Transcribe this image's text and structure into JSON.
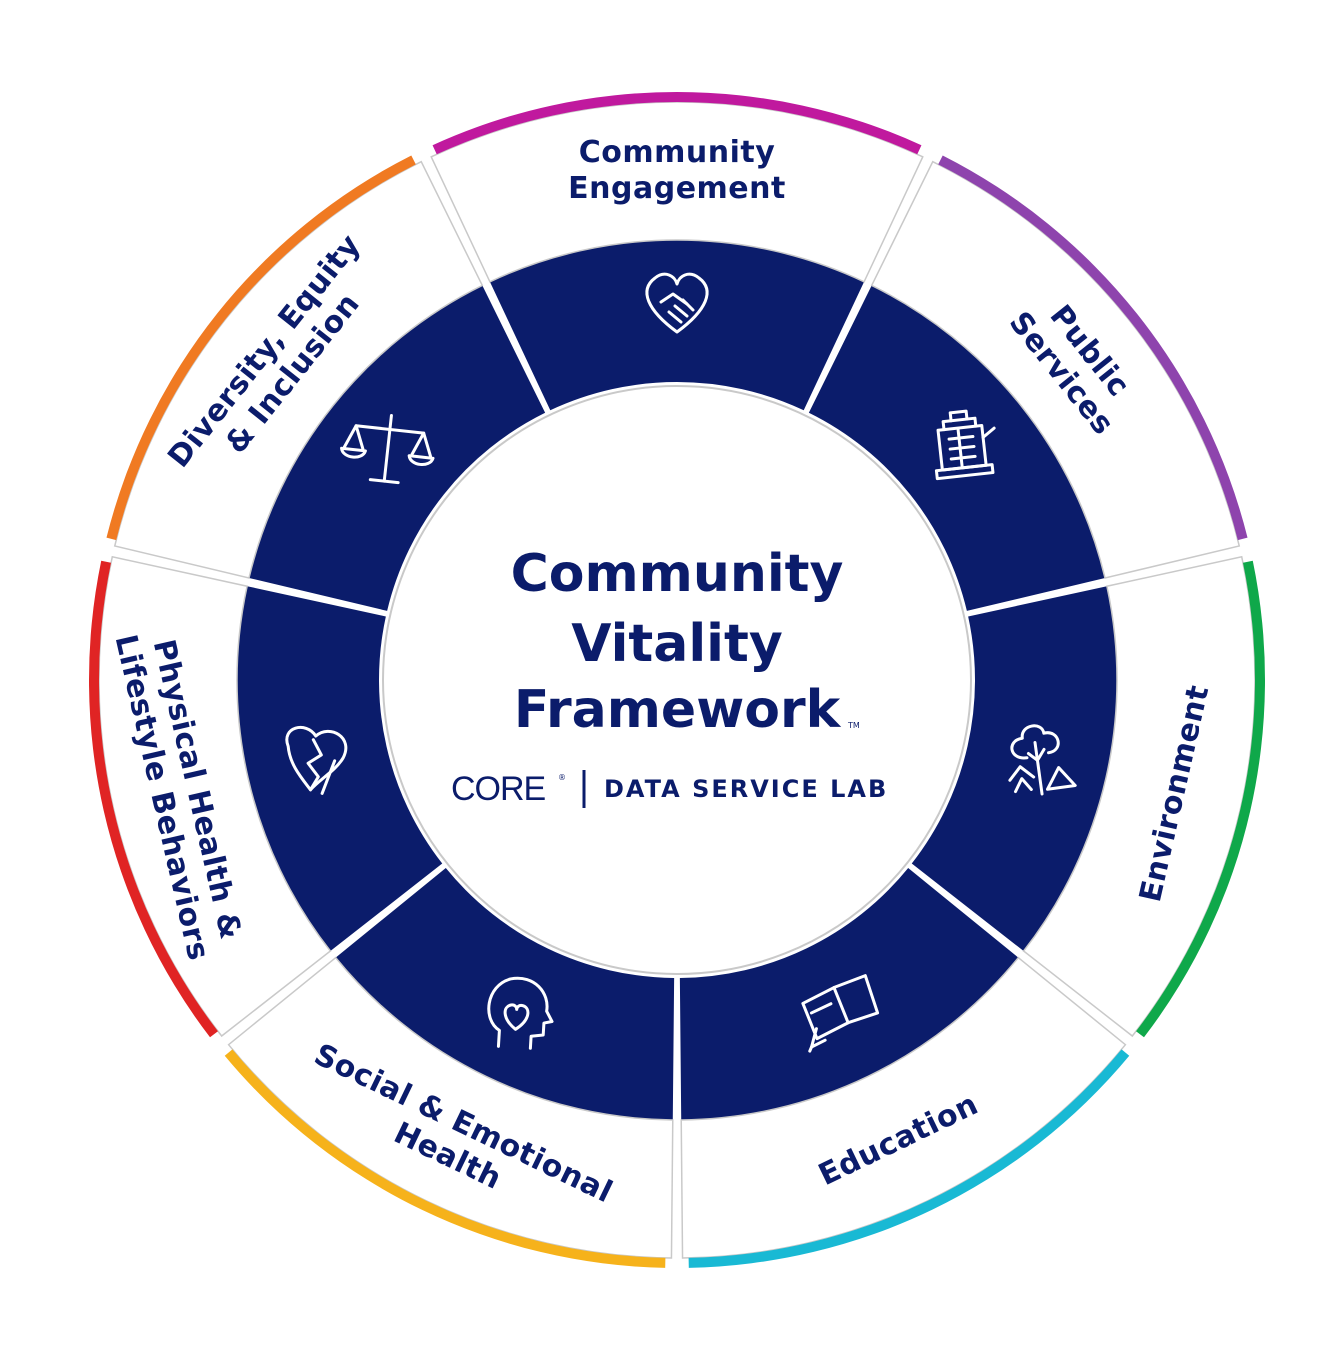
{
  "center": {
    "title_lines": [
      "Community",
      "Vitality",
      "Framework"
    ],
    "trademark": "TM",
    "logo": "CORE",
    "logo_mark": "®",
    "lab": "DATA SERVICE LAB"
  },
  "segments": [
    {
      "name": "Community Engagement",
      "lines": [
        "Community",
        "Engagement"
      ],
      "color": "#c0199e",
      "icon": "heart-handshake-icon"
    },
    {
      "name": "Public Services",
      "lines": [
        "Public",
        "Services"
      ],
      "color": "#8e44ad",
      "icon": "building-icon"
    },
    {
      "name": "Environment",
      "lines": [
        "Environment"
      ],
      "color": "#0fa84a",
      "icon": "trees-icon"
    },
    {
      "name": "Education",
      "lines": [
        "Education"
      ],
      "color": "#19b9d4",
      "icon": "books-icon"
    },
    {
      "name": "Social & Emotional Health",
      "lines": [
        "Social & Emotional",
        "Health"
      ],
      "color": "#f6b21b",
      "icon": "head-heart-icon"
    },
    {
      "name": "Physical Health & Lifestyle Behaviors",
      "lines": [
        "Physical Health &",
        "Lifestyle Behaviors"
      ],
      "color": "#e02424",
      "icon": "broken-heart-icon"
    },
    {
      "name": "Diversity, Equity & Inclusion",
      "lines": [
        "Diversity, Equity",
        "& Inclusion"
      ],
      "color": "#f07a22",
      "icon": "scales-icon"
    }
  ],
  "colors": {
    "navy": "#0b1c6b",
    "gap": "#bdbdbd"
  }
}
